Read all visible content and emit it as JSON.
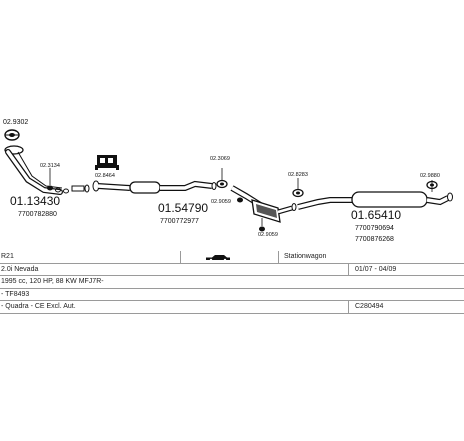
{
  "parts": {
    "p1_code": "02.9302",
    "p2_code": "02.3134",
    "p3_code": "01.13430",
    "p3_oem": "7700782880",
    "p4_code": "02.8464",
    "p5_code": "01.54790",
    "p5_oem": "7700772977",
    "p6_code": "02.3069",
    "p7_code": "02.9059",
    "p8_code": "02.9059",
    "p9_code": "02.8283",
    "p10_code": "01.65410",
    "p10_oem1": "7700790694",
    "p10_oem2": "7700876268",
    "p11_code": "02.9880"
  },
  "table": {
    "r1c1": "R21",
    "r1c3": "Stationwagon",
    "r2c1": "2.0i Nevada",
    "r2c4": "01/07 - 04/09",
    "r3c1": "1995 cc, 120 HP, 88 KW MFJ7R-",
    "r4c1": "- TF8493",
    "r5c1": "- Quadra - CE Excl. Aut.",
    "r5c4": "C280494"
  },
  "icons": {
    "clamp": "clamp-icon",
    "bracket": "bracket-icon",
    "car": "car-icon"
  }
}
